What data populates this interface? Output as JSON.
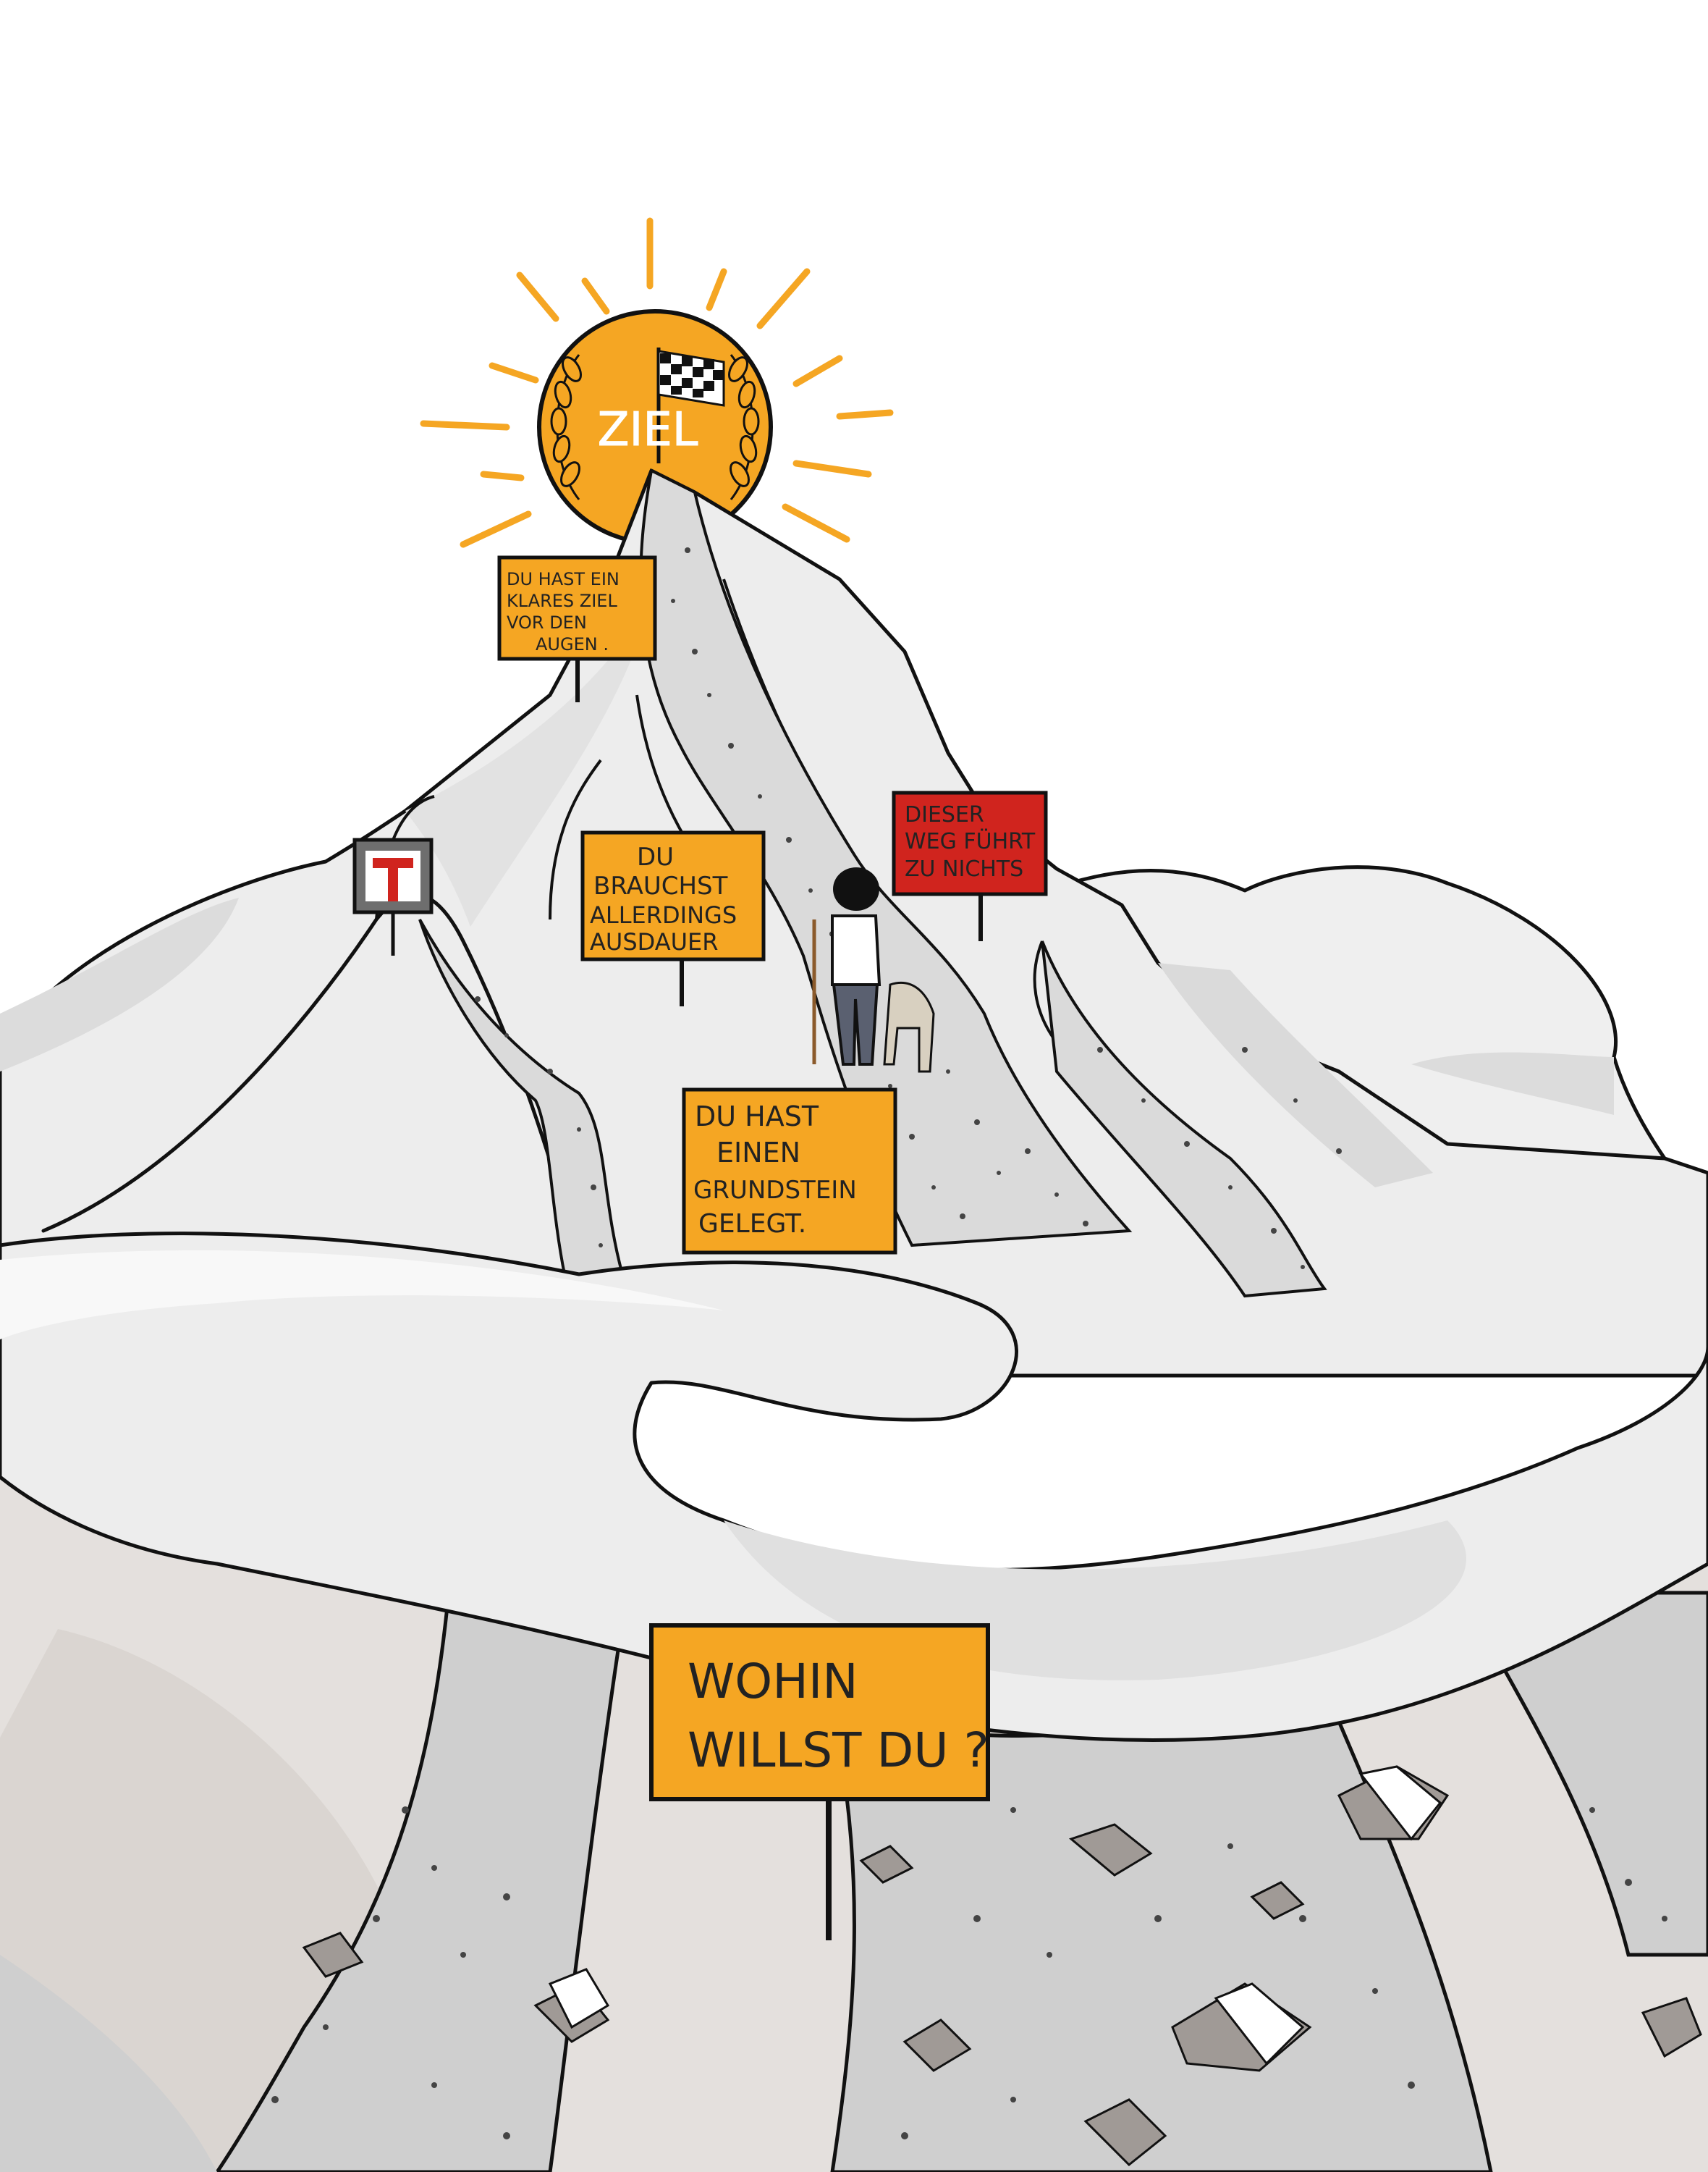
{
  "colors": {
    "sign_orange": "#F5A623",
    "sign_red": "#D0241E",
    "sun_orange": "#F5A623",
    "mountain_fill": "#EDEDED",
    "mountain_shadow": "#DCDCDC",
    "path_grey": "#CFCFCF",
    "valley_grey": "#E4E0DD",
    "line": "#111111"
  },
  "goal": {
    "label": "ZIEL",
    "icon": "checkered-flag-icon"
  },
  "signs": {
    "top": {
      "lines": [
        "DU HAST EIN",
        "KLARES ZIEL",
        "VOR DEN",
        "AUGEN ."
      ]
    },
    "middle": {
      "lines": [
        "DU",
        "BRAUCHST",
        "ALLERDINGS",
        "AUSDAUER"
      ]
    },
    "dead_end_red": {
      "lines": [
        "DIESER",
        "WEG FÜHRT",
        "ZU NICHTS"
      ]
    },
    "lower": {
      "lines": [
        "DU HAST",
        "EINEN",
        "GRUNDSTEIN",
        "GELEGT."
      ]
    },
    "bottom": {
      "lines": [
        "WOHIN",
        "WILLST DU ?"
      ]
    }
  },
  "icons": {
    "dead_end": "dead-end-road-sign-icon",
    "hiker": "hiker-with-dog-icon"
  }
}
